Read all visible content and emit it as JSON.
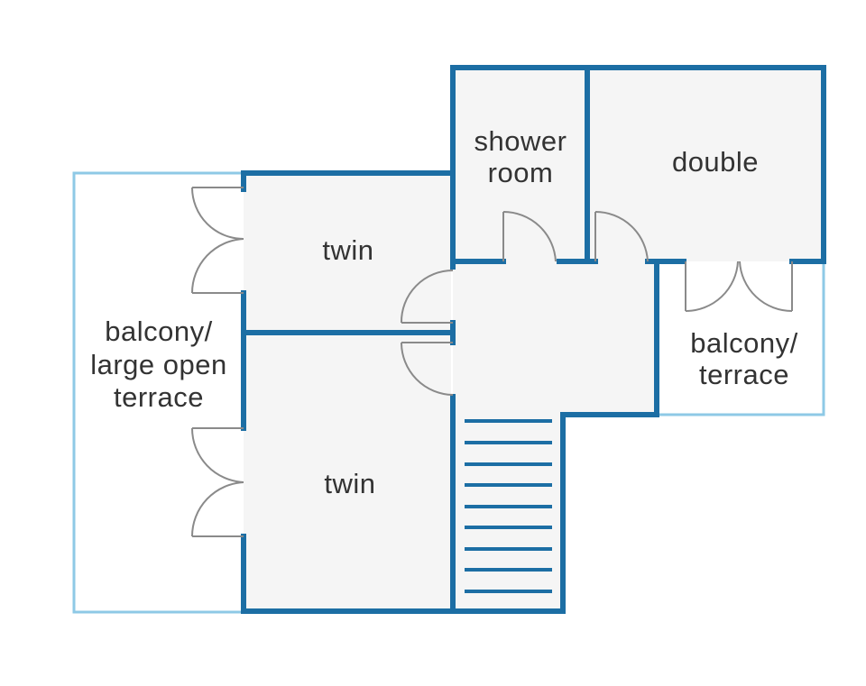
{
  "colors": {
    "wall": "#1c6ea4",
    "terrace_outline": "#8ec9e6",
    "room_fill": "#f5f5f5",
    "door": "#8a8a8a",
    "text": "#333333"
  },
  "rooms": {
    "twin_upper": {
      "label": "twin"
    },
    "twin_lower": {
      "label": "twin"
    },
    "shower_room": {
      "line1": "shower",
      "line2": "room"
    },
    "double": {
      "label": "double"
    },
    "balcony_left": {
      "line1": "balcony/",
      "line2": "large open",
      "line3": "terrace"
    },
    "balcony_right": {
      "line1": "balcony/",
      "line2": "terrace"
    }
  }
}
